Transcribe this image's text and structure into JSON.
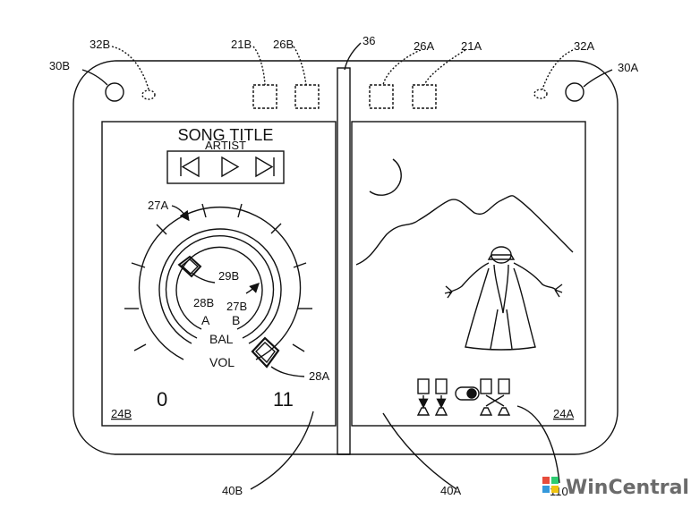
{
  "refs": {
    "r30b": "30B",
    "r32b": "32B",
    "r21b": "21B",
    "r26b": "26B",
    "r36": "36",
    "r26a": "26A",
    "r21a": "21A",
    "r32a": "32A",
    "r30a": "30A",
    "r27a": "27A",
    "r29b": "29B",
    "r28b": "28B",
    "r27b": "27B",
    "r28a": "28A",
    "r24b": "24B",
    "r24a": "24A",
    "r40b": "40B",
    "r40a": "40A",
    "r110": "110"
  },
  "player": {
    "song_title": "SONG TITLE",
    "artist": "ARTIST",
    "balance_left": "A",
    "balance_right": "B",
    "balance_label": "BAL",
    "volume_label": "VOL",
    "volume_min": "0",
    "volume_max": "11"
  },
  "watermark": {
    "text": "WinCentral"
  }
}
